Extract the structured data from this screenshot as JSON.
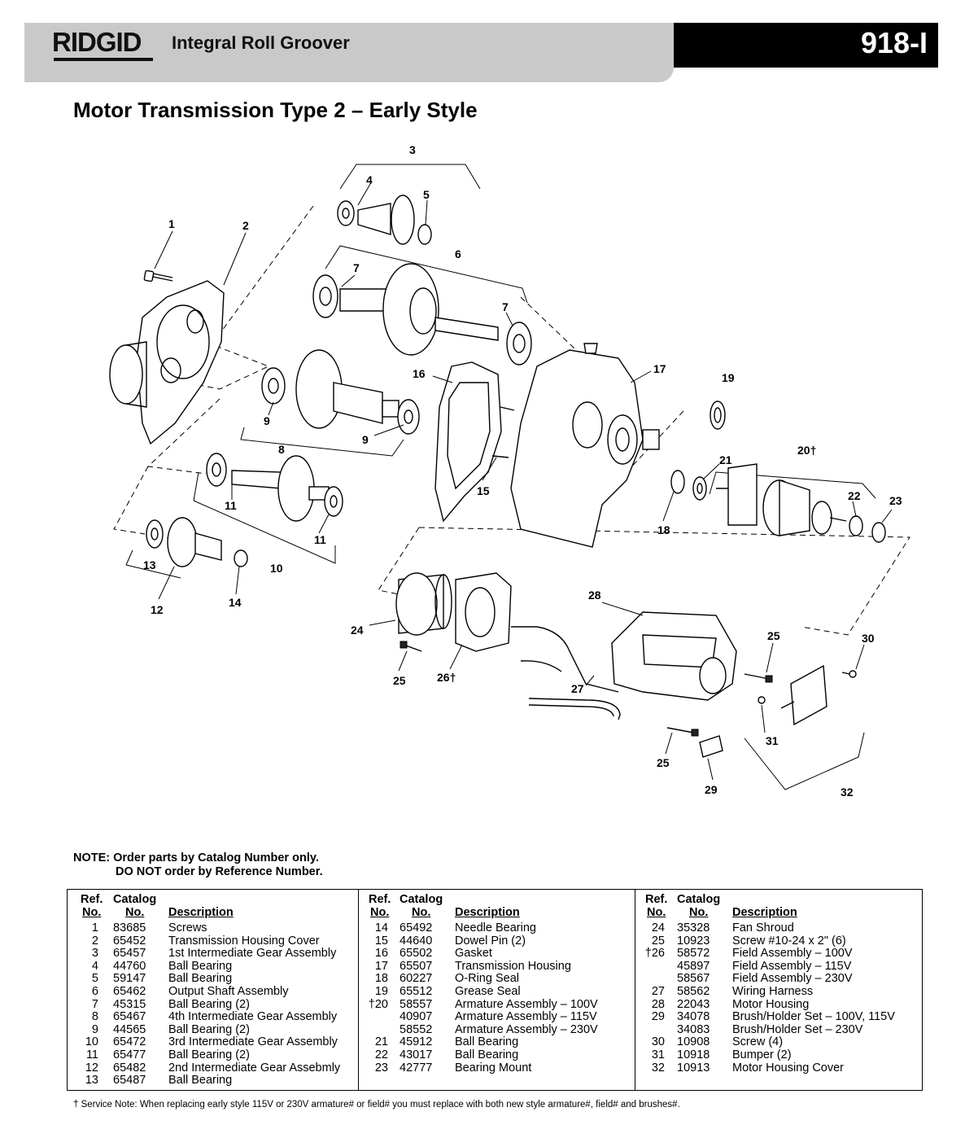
{
  "header": {
    "brand": "RIDGID",
    "title": "Integral Roll Groover",
    "model": "918-I"
  },
  "page_title": "Motor Transmission Type 2 – Early Style",
  "callouts": [
    "1",
    "2",
    "3",
    "4",
    "5",
    "6",
    "7",
    "7",
    "8",
    "9",
    "9",
    "10",
    "11",
    "11",
    "12",
    "13",
    "14",
    "15",
    "16",
    "17",
    "18",
    "19",
    "20†",
    "21",
    "22",
    "23",
    "24",
    "25",
    "25",
    "25",
    "26†",
    "27",
    "28",
    "29",
    "30",
    "31",
    "32"
  ],
  "note": {
    "line1": "NOTE: Order parts by Catalog Number only.",
    "line2": "DO NOT order by Reference Number."
  },
  "table_header": {
    "ref_line1": "Ref.",
    "ref_line2": "No.",
    "cat_line1": "Catalog",
    "cat_line2": "No.",
    "desc": "Description"
  },
  "parts": [
    [
      {
        "ref": "1",
        "cat": "83685",
        "desc": "Screws"
      },
      {
        "ref": "2",
        "cat": "65452",
        "desc": "Transmission Housing Cover"
      },
      {
        "ref": "3",
        "cat": "65457",
        "desc": "1st Intermediate Gear Assembly"
      },
      {
        "ref": "4",
        "cat": "44760",
        "desc": "Ball Bearing"
      },
      {
        "ref": "5",
        "cat": "59147",
        "desc": "Ball Bearing"
      },
      {
        "ref": "6",
        "cat": "65462",
        "desc": "Output Shaft Assembly"
      },
      {
        "ref": "7",
        "cat": "45315",
        "desc": "Ball Bearing (2)"
      },
      {
        "ref": "8",
        "cat": "65467",
        "desc": "4th Intermediate Gear Assembly"
      },
      {
        "ref": "9",
        "cat": "44565",
        "desc": "Ball Bearing (2)"
      },
      {
        "ref": "10",
        "cat": "65472",
        "desc": "3rd Intermediate Gear Assembly"
      },
      {
        "ref": "11",
        "cat": "65477",
        "desc": "Ball Bearing (2)"
      },
      {
        "ref": "12",
        "cat": "65482",
        "desc": "2nd Intermediate Gear Assebmly"
      },
      {
        "ref": "13",
        "cat": "65487",
        "desc": "Ball Bearing"
      }
    ],
    [
      {
        "ref": "14",
        "cat": "65492",
        "desc": "Needle Bearing"
      },
      {
        "ref": "15",
        "cat": "44640",
        "desc": "Dowel Pin (2)"
      },
      {
        "ref": "16",
        "cat": "65502",
        "desc": "Gasket"
      },
      {
        "ref": "17",
        "cat": "65507",
        "desc": "Transmission Housing"
      },
      {
        "ref": "18",
        "cat": "60227",
        "desc": "O-Ring Seal"
      },
      {
        "ref": "19",
        "cat": "65512",
        "desc": "Grease Seal"
      },
      {
        "ref": "†20",
        "cat": "58557",
        "desc": "Armature Assembly – 100V"
      },
      {
        "ref": "",
        "cat": "40907",
        "desc": "Armature Assembly – 115V"
      },
      {
        "ref": "",
        "cat": "58552",
        "desc": "Armature Assembly – 230V"
      },
      {
        "ref": "21",
        "cat": "45912",
        "desc": "Ball Bearing"
      },
      {
        "ref": "22",
        "cat": "43017",
        "desc": "Ball Bearing"
      },
      {
        "ref": "23",
        "cat": "42777",
        "desc": "Bearing Mount"
      }
    ],
    [
      {
        "ref": "24",
        "cat": "35328",
        "desc": "Fan Shroud"
      },
      {
        "ref": "25",
        "cat": "10923",
        "desc": "Screw #10-24 x 2\" (6)"
      },
      {
        "ref": "†26",
        "cat": "58572",
        "desc": "Field Assembly – 100V"
      },
      {
        "ref": "",
        "cat": "45897",
        "desc": "Field Assembly – 115V"
      },
      {
        "ref": "",
        "cat": "58567",
        "desc": "Field Assembly – 230V"
      },
      {
        "ref": "27",
        "cat": "58562",
        "desc": "Wiring Harness"
      },
      {
        "ref": "28",
        "cat": "22043",
        "desc": "Motor Housing"
      },
      {
        "ref": "29",
        "cat": "34078",
        "desc": "Brush/Holder Set – 100V, 115V"
      },
      {
        "ref": "",
        "cat": "34083",
        "desc": "Brush/Holder Set – 230V"
      },
      {
        "ref": "30",
        "cat": "10908",
        "desc": "Screw (4)"
      },
      {
        "ref": "31",
        "cat": "10918",
        "desc": "Bumper (2)"
      },
      {
        "ref": "32",
        "cat": "10913",
        "desc": "Motor Housing Cover"
      }
    ]
  ],
  "service_note": "† Service Note: When replacing early style 115V or 230V armature# or field# you must replace with both new style armature#, field# and brushes#."
}
